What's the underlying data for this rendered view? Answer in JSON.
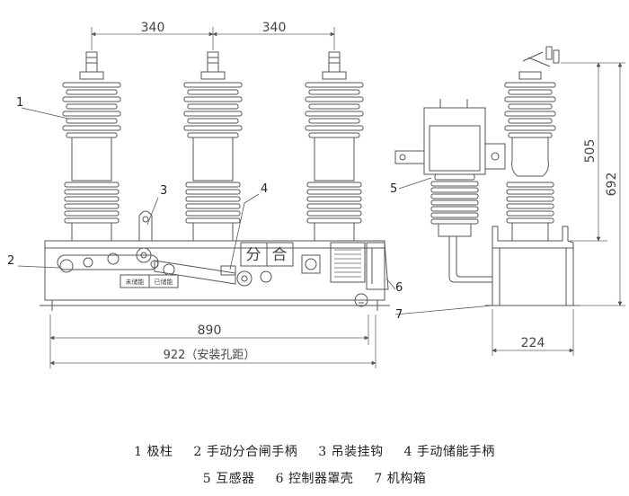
{
  "dimensions": {
    "pole_pitch_left": "340",
    "pole_pitch_right": "340",
    "frame_width": "890",
    "mount_hole_distance": "922（安装孔距）",
    "height_upper": "505",
    "height_total": "692",
    "cabinet_width": "224"
  },
  "callouts": [
    "1",
    "2",
    "3",
    "4",
    "5",
    "6",
    "7"
  ],
  "plates": {
    "switch_label_left": "分",
    "switch_label_right": "合",
    "charge_not_ready": "未储能",
    "charge_ready": "已储能"
  },
  "legend": {
    "row1": [
      {
        "num": "1",
        "text": "极柱"
      },
      {
        "num": "2",
        "text": "手动分合闸手柄"
      },
      {
        "num": "3",
        "text": "吊装挂钩"
      },
      {
        "num": "4",
        "text": "手动储能手柄"
      }
    ],
    "row2": [
      {
        "num": "5",
        "text": "互感器"
      },
      {
        "num": "6",
        "text": "控制器罩壳"
      },
      {
        "num": "7",
        "text": "机构箱"
      }
    ]
  },
  "colors": {
    "line": "#555555",
    "dim_line": "#666666",
    "text": "#333333"
  }
}
